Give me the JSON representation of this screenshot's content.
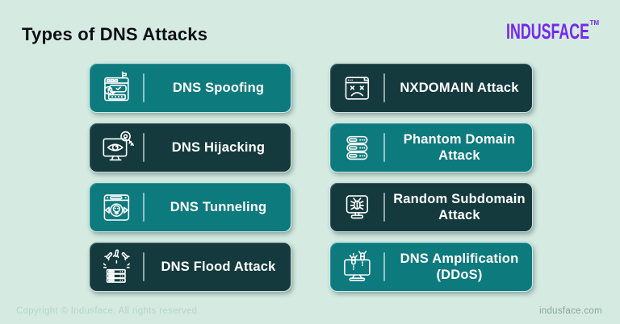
{
  "page": {
    "title": "Types of DNS Attacks",
    "brand": "INDUSFACE",
    "brand_tm": "TM",
    "footer_left": "Copyright © Indusface, All rights reserved.",
    "footer_right": "indusface.com"
  },
  "colors": {
    "background": "#d5ebe2",
    "teal_card": "#0d7a7e",
    "dark_teal_card": "#143a3d",
    "brand_purple": "#7527f0",
    "card_text": "#ffffff",
    "title_text": "#0d0e14"
  },
  "cards": [
    {
      "label": "DNS Spoofing",
      "theme": "teal",
      "icon": "browser-alert-spoofing-icon"
    },
    {
      "label": "DNS Hijacking",
      "theme": "dark",
      "icon": "monitor-eye-key-icon"
    },
    {
      "label": "DNS Tunneling",
      "theme": "teal",
      "icon": "browser-skull-icon"
    },
    {
      "label": "DNS Flood Attack",
      "theme": "dark",
      "icon": "server-missile-flood-icon"
    },
    {
      "label": "NXDOMAIN Attack",
      "theme": "dark",
      "icon": "browser-sad-face-icon"
    },
    {
      "label": "Phantom Domain Attack",
      "theme": "teal",
      "icon": "server-stack-icon"
    },
    {
      "label": "Random Subdomain Attack",
      "theme": "dark",
      "icon": "monitor-bug-icon"
    },
    {
      "label": "DNS Amplification (DDoS)",
      "theme": "teal",
      "icon": "monitor-bombs-icon"
    }
  ]
}
